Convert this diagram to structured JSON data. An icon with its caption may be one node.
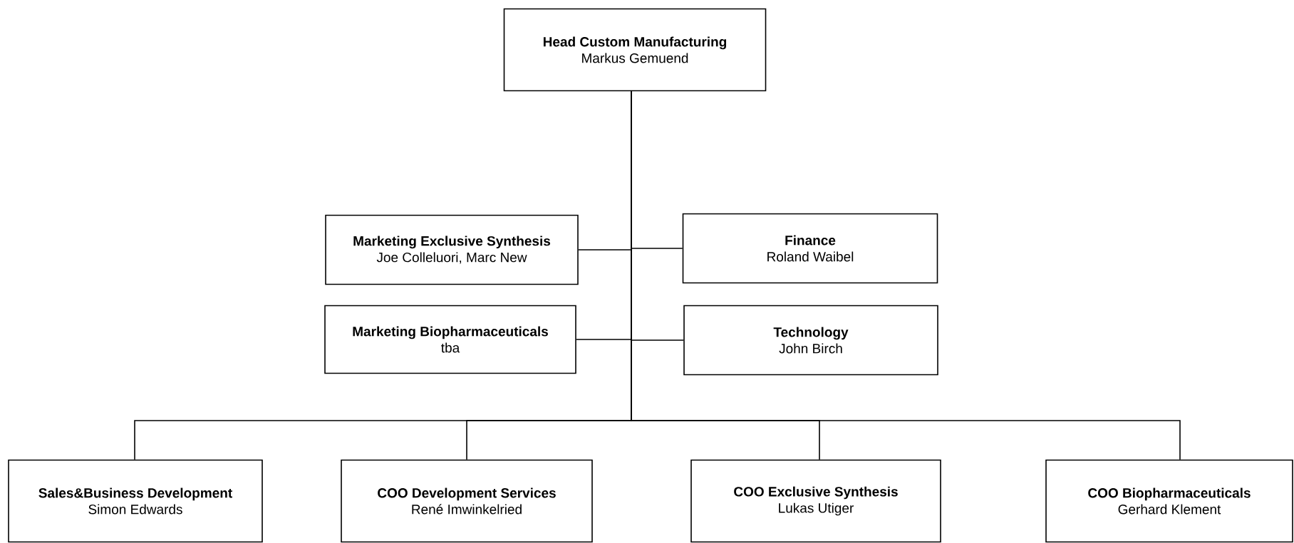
{
  "diagram": {
    "nodes": [
      {
        "text": [
          "Head Custom Manufacturing",
          "Markus Gemuend"
        ]
      },
      {
        "text": [
          "Marketing Exclusive Synthesis",
          "Joe Colleluori, Marc New"
        ]
      },
      {
        "text": [
          "Finance",
          "Roland Waibel"
        ]
      },
      {
        "text": [
          "Marketing Biopharmaceuticals",
          "tba"
        ]
      },
      {
        "text": [
          "Technology",
          "John Birch"
        ]
      },
      {
        "text": [
          "Sales&Business Development",
          "Simon Edwards"
        ]
      },
      {
        "text": [
          "COO Development Services",
          "René Imwinkelried"
        ]
      },
      {
        "text": [
          "COO Exclusive Synthesis",
          "Lukas Utiger"
        ]
      },
      {
        "text": [
          "COO Biopharmaceuticals",
          "Gerhard Klement"
        ]
      }
    ],
    "edges": [
      {
        "from": 0,
        "to": 1,
        "arrow": "none"
      },
      {
        "from": 0,
        "to": 2,
        "arrow": "none"
      },
      {
        "from": 0,
        "to": 3,
        "arrow": "none"
      },
      {
        "from": 0,
        "to": 4,
        "arrow": "none"
      },
      {
        "from": 0,
        "to": 5,
        "arrow": "none"
      },
      {
        "from": 0,
        "to": 6,
        "arrow": "none"
      },
      {
        "from": 0,
        "to": 7,
        "arrow": "none"
      },
      {
        "from": 0,
        "to": 8,
        "arrow": "none"
      }
    ]
  }
}
